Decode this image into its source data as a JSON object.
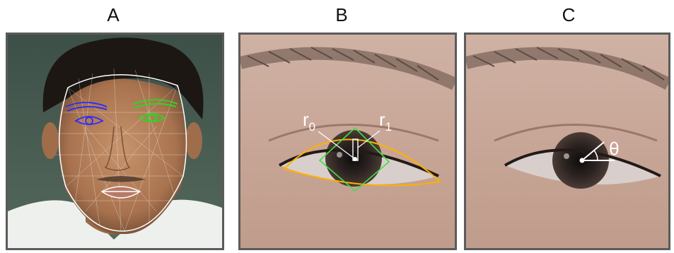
{
  "panels": [
    {
      "label": "A"
    },
    {
      "label": "B",
      "annotations": {
        "r0_main": "r",
        "r0_sub": "0",
        "r1_main": "r",
        "r1_sub": "1"
      }
    },
    {
      "label": "C",
      "annotations": {
        "theta": "θ"
      }
    }
  ],
  "colors": {
    "face_mesh": "#ffffff",
    "left_eye": "#2b2bff",
    "right_eye": "#22dd22",
    "eye_contour": "#ffb000",
    "iris_box": "#44dd44",
    "frame": "#5b5b5b"
  }
}
